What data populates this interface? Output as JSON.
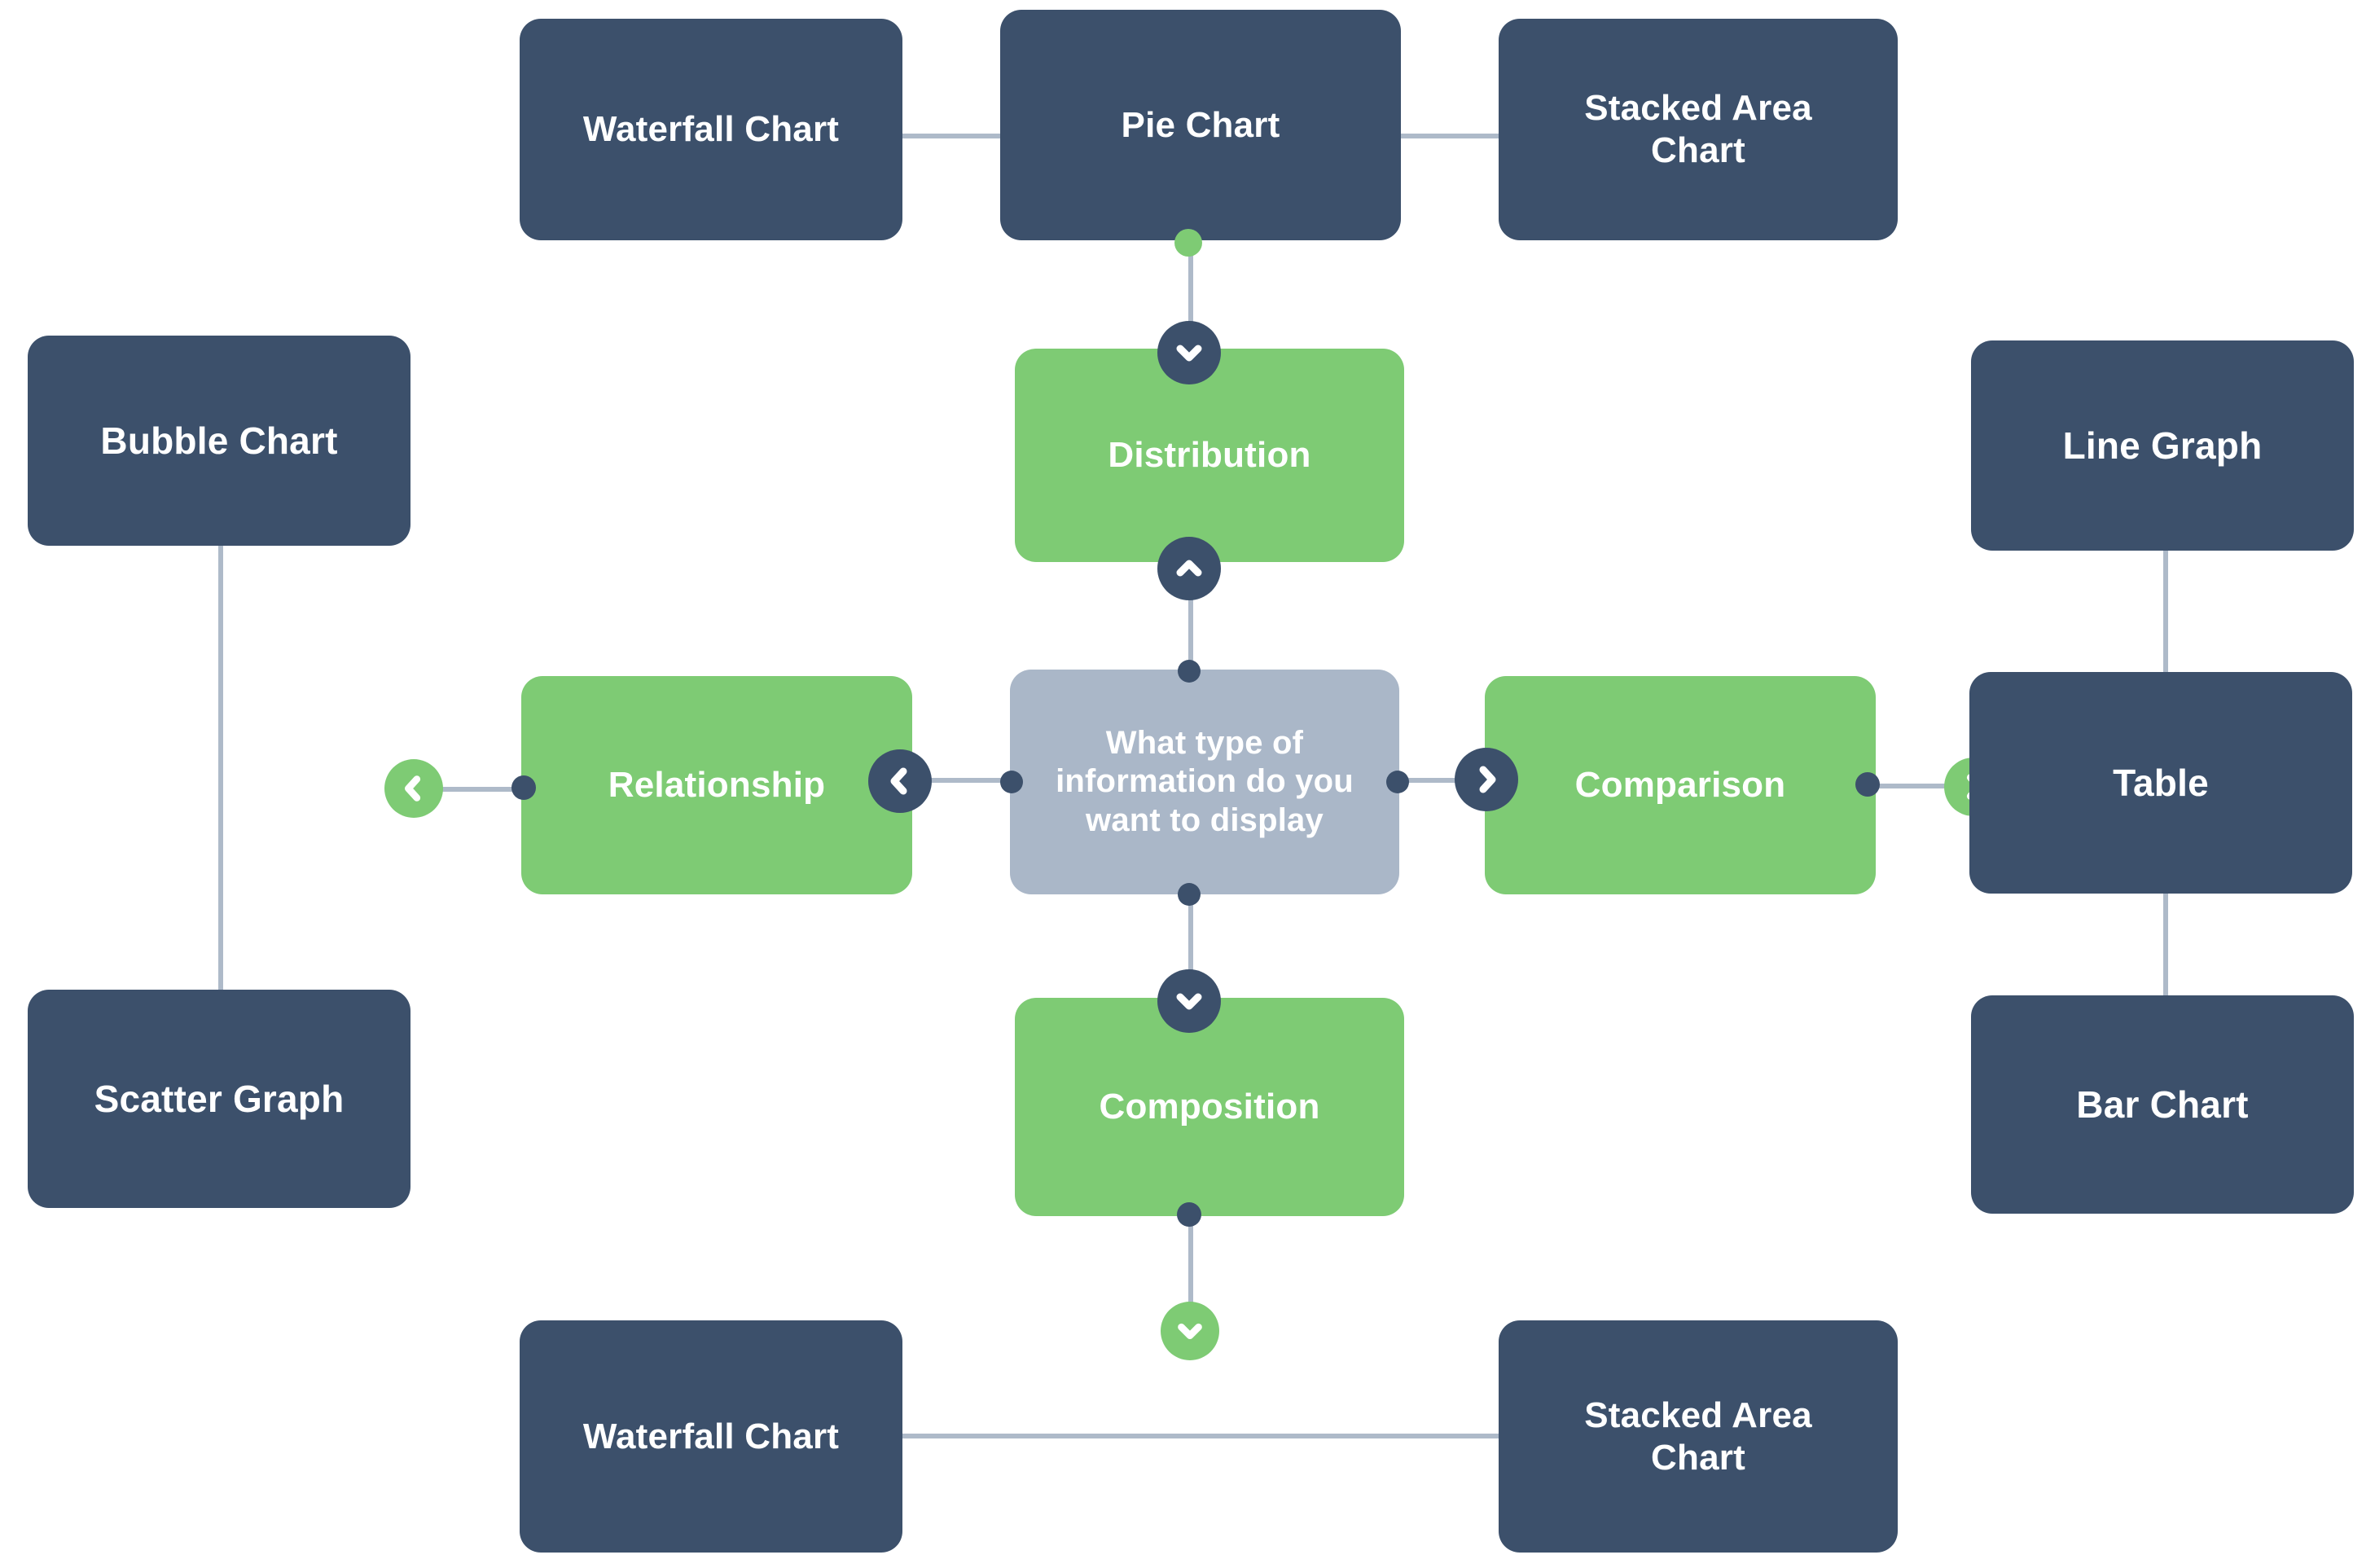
{
  "diagram": {
    "title_node": {
      "text": "What type of\ninformation do you\nwant to display",
      "color": "#aab7c8"
    },
    "colors": {
      "dark": "#3c506b",
      "green": "#7ecb74",
      "muted": "#aab7c8",
      "connector": "#aebac9",
      "text": "#ffffff",
      "background": "#ffffff"
    },
    "categories": [
      {
        "label": "Distribution",
        "color": "#7ecb74"
      },
      {
        "label": "Relationship",
        "color": "#7ecb74"
      },
      {
        "label": "Comparison",
        "color": "#7ecb74"
      },
      {
        "label": "Composition",
        "color": "#7ecb74"
      }
    ],
    "chart_nodes": {
      "top_left": "Waterfall Chart",
      "top_center": "Pie Chart",
      "top_right": "Stacked Area\nChart",
      "left_upper": "Bubble Chart",
      "left_lower": "Scatter Graph",
      "right_upper": "Line Graph",
      "right_middle": "Table",
      "right_lower": "Bar Chart",
      "bottom_left": "Waterfall Chart",
      "bottom_right": "Stacked Area\nChart"
    },
    "controls": {
      "distribution_top": "chevron-down",
      "distribution_bottom": "chevron-up",
      "relationship_right": "chevron-left",
      "relationship_far_left": "chevron-left",
      "comparison_left": "chevron-right",
      "comparison_far_right": "chevron-right",
      "composition_top": "chevron-down",
      "composition_bottom": "chevron-down"
    }
  }
}
